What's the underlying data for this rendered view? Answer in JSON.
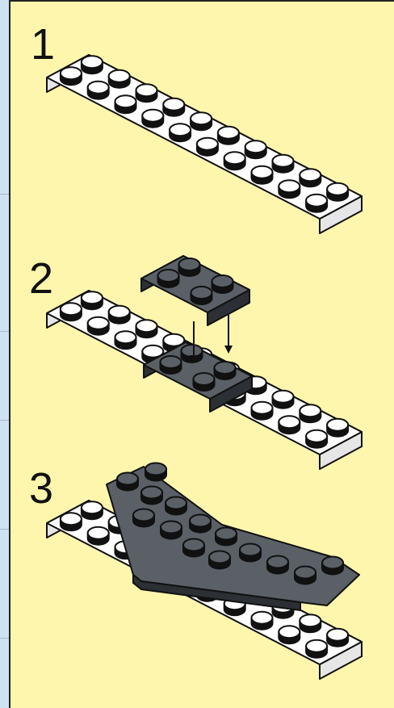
{
  "steps": [
    {
      "number": "1"
    },
    {
      "number": "2"
    },
    {
      "number": "3"
    }
  ],
  "colors": {
    "background": "#fff6ad",
    "white_brick_top": "#ffffff",
    "white_brick_side": "#e6e6e6",
    "dark_brick_top": "#5a6066",
    "dark_brick_side": "#2c3034",
    "outline": "#111111"
  },
  "icons": [
    "arrow-down-icon"
  ]
}
